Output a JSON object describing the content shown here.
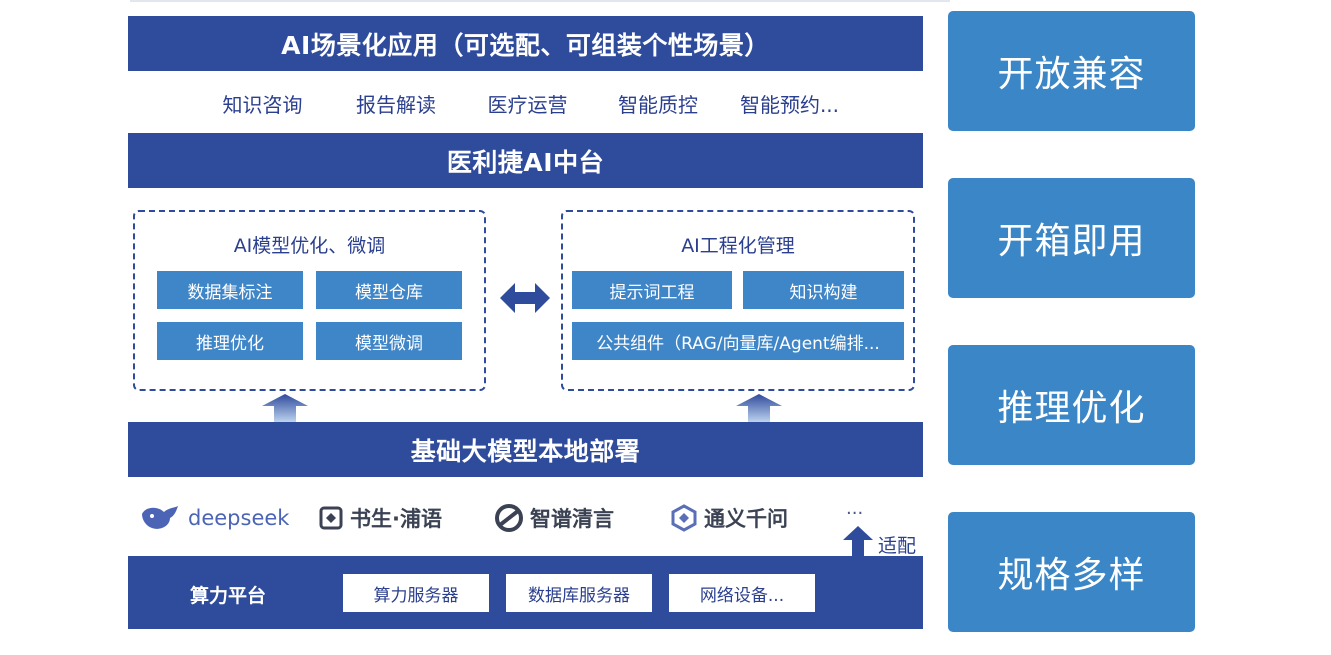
{
  "apps": {
    "title": "AI场景化应用（可选配、可组装个性场景）",
    "items": [
      "知识咨询",
      "报告解读",
      "医疗运营",
      "智能质控",
      "智能预约..."
    ]
  },
  "platform": {
    "title": "医利捷AI中台",
    "left_box": {
      "title": "AI模型优化、微调",
      "items": [
        "数据集标注",
        "模型仓库",
        "推理优化",
        "模型微调"
      ]
    },
    "right_box": {
      "title": "AI工程化管理",
      "items": [
        "提示词工程",
        "知识构建",
        "公共组件（RAG/向量库/Agent编排..."
      ]
    }
  },
  "foundation": {
    "title": "基础大模型本地部署",
    "models": [
      {
        "name": "deepseek",
        "icon": "whale-icon"
      },
      {
        "name": "书生·浦语",
        "icon": "shusheng-icon"
      },
      {
        "name": "智谱清言",
        "icon": "zhipu-icon"
      },
      {
        "name": "通义千问",
        "icon": "tongyi-icon"
      }
    ],
    "more": "...",
    "adapt_label": "适配"
  },
  "compute": {
    "label": "算力平台",
    "items": [
      "算力服务器",
      "数据库服务器",
      "网络设备..."
    ]
  },
  "features": [
    "开放兼容",
    "开箱即用",
    "推理优化",
    "规格多样"
  ],
  "colors": {
    "band": "#2f4b9c",
    "pill": "#3f86c8",
    "side": "#3b86c7",
    "text": "#2b3f8f"
  }
}
